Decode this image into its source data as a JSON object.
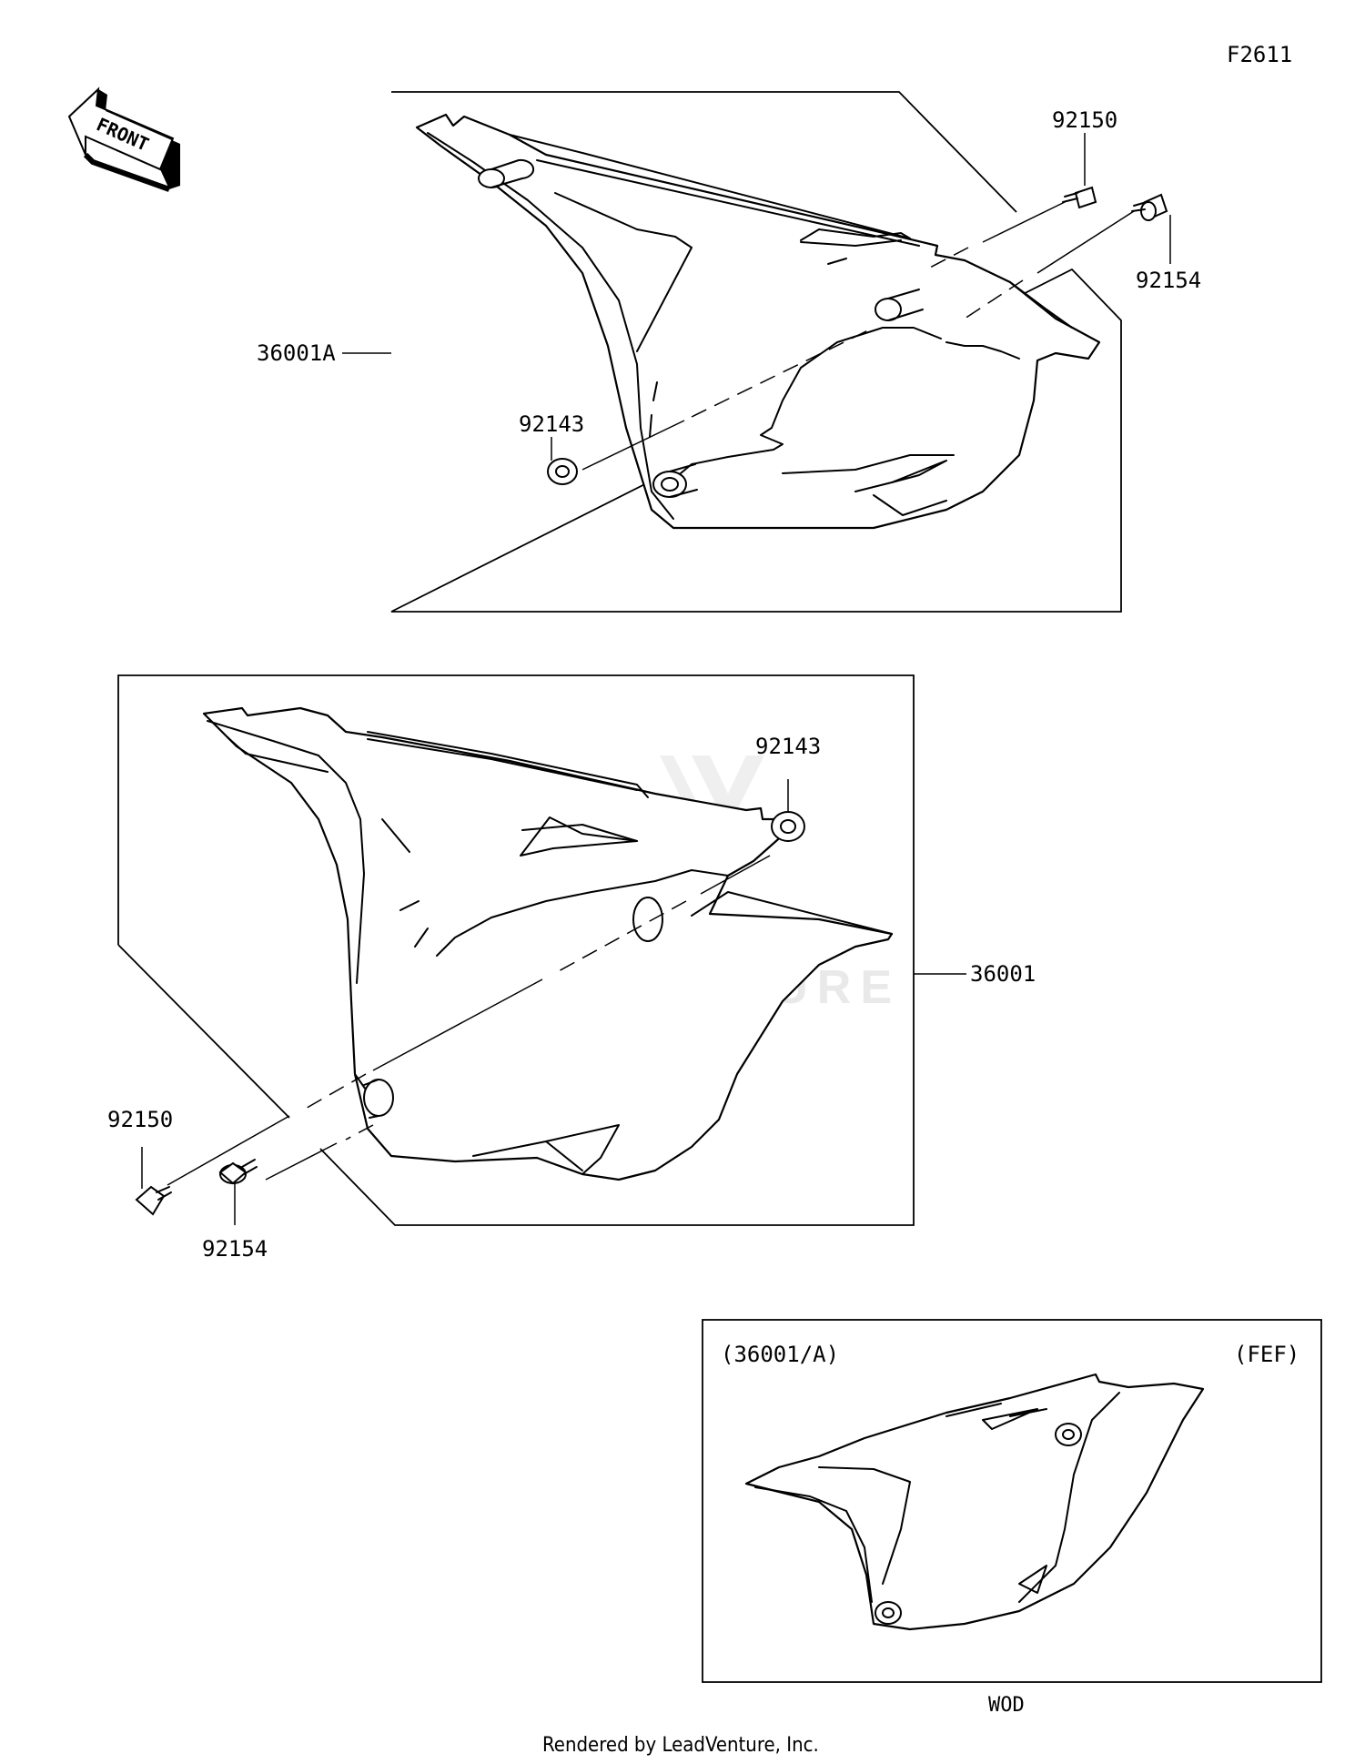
{
  "figure_code": "F2611",
  "front_label": "FRONT",
  "watermark": "LEADVENTURE",
  "parts": {
    "top_panel": "36001A",
    "top_bolt_left": "92150",
    "top_bolt_right": "92154",
    "top_grommet": "92143",
    "bottom_panel": "36001",
    "bottom_grommet": "92143",
    "bottom_bolt_left": "92150",
    "bottom_bolt_right": "92154"
  },
  "inset": {
    "left_label": "(36001/A)",
    "right_label": "(FEF)",
    "caption": "WOD"
  },
  "footer": "Rendered by LeadVenture, Inc."
}
